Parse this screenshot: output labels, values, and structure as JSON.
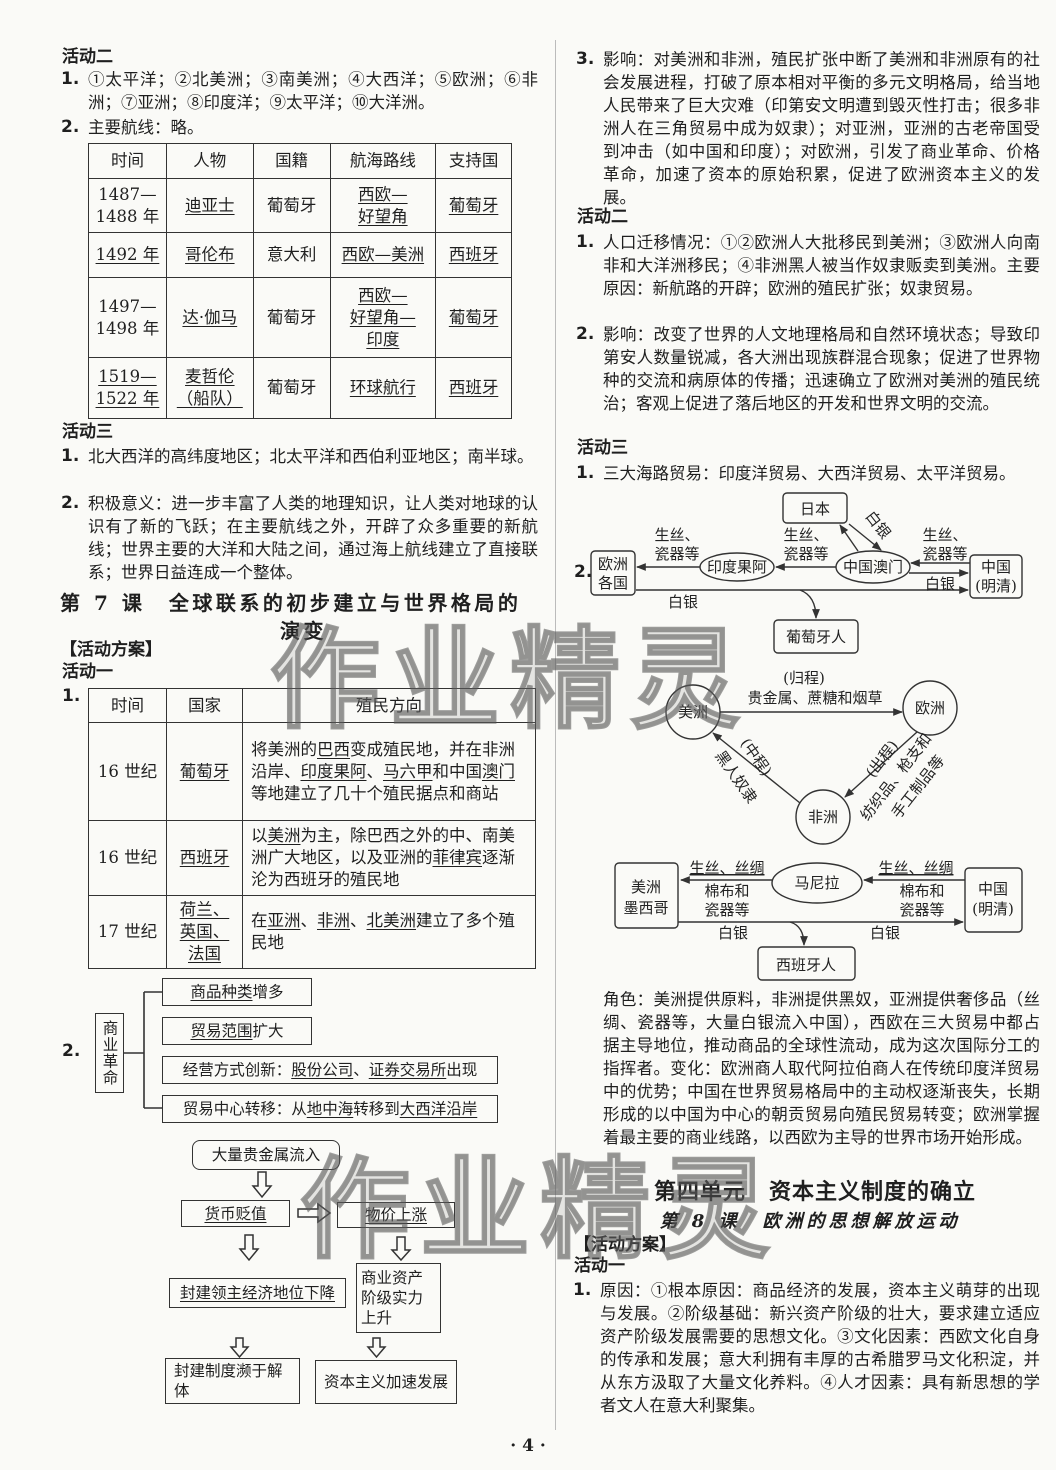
{
  "left": {
    "a2_heading": "活动二",
    "a2_items": [
      {
        "num": "1.",
        "text": "①太平洋；②北美洲；③南美洲；④大西洋；⑤欧洲；⑥非洲；⑦亚洲；⑧印度洋；⑨太平洋；⑩大洋洲。"
      },
      {
        "num": "2.",
        "text": "主要航线：略。"
      }
    ],
    "voyages_table": {
      "headers": [
        "时间",
        "人物",
        "国籍",
        "航海路线",
        "支持国"
      ],
      "rows": [
        [
          "1487—\n1488 年",
          "迪亚士",
          "葡萄牙",
          "西欧—\n好望角",
          "葡萄牙"
        ],
        [
          "1492 年",
          "哥伦布",
          "意大利",
          "西欧—美洲",
          "西班牙"
        ],
        [
          "1497—\n1498 年",
          "达·伽马",
          "葡萄牙",
          "西欧—\n好望角—\n印度",
          "葡萄牙"
        ],
        [
          "1519—\n1522 年",
          "麦哲伦\n（船队）",
          "葡萄牙",
          "环球航行",
          "西班牙"
        ]
      ]
    },
    "a3_heading": "活动三",
    "a3_items": [
      {
        "num": "1.",
        "text": "北大西洋的高纬度地区；北太平洋和西伯利亚地区；南半球。"
      },
      {
        "num": "2.",
        "text": "积极意义：进一步丰富了人类的地理知识，让人类对地球的认识有了新的飞跃；在主要航线之外，开辟了众多重要的新航线；世界主要的大洋和大陆之间，通过海上航线建立了直接联系；世界日益连成一个整体。"
      }
    ],
    "lesson7_title_line1": "第 7 课　全球联系的初步建立与世界格局的",
    "lesson7_title_line2": "演变",
    "plan_heading": "【活动方案】",
    "a1_heading": "活动一",
    "a1_num1": "1.",
    "colony_table": {
      "headers": [
        "时间",
        "国家",
        "殖民方向"
      ],
      "rows": [
        {
          "time": "16 世纪",
          "country": "葡萄牙",
          "direction": [
            "将美洲的",
            "巴西",
            "变成殖民地，并在非洲沿岸、",
            "印度果阿",
            "、",
            "马六甲",
            "和中国",
            "澳门",
            "等地建立了几十个殖民据点和商站"
          ]
        },
        {
          "time": "16 世纪",
          "country": "西班牙",
          "direction": [
            "以",
            "美洲",
            "为主，除巴西之外的中、南美洲广大地区，以及亚洲的",
            "菲律宾",
            "逐渐沦为西班牙的殖民地"
          ]
        },
        {
          "time": "17 世纪",
          "country": "荷兰、\n英国、\n法国",
          "direction": [
            "在",
            "亚洲",
            "、",
            "非洲",
            "、",
            "北美洲",
            "建立了多个殖民地"
          ]
        }
      ]
    },
    "a1_num2": "2.",
    "commerce": {
      "root": "商业革命",
      "branches": [
        [
          "商品种类",
          "增多"
        ],
        [
          "贸易范围",
          "扩大"
        ],
        [
          "经营方式创新：",
          "股份公司",
          "、",
          "证券交易所",
          "出现"
        ],
        [
          "贸易中心转移：从",
          "地中海",
          "转移到",
          "大西洋沿岸"
        ]
      ]
    },
    "price_flow": {
      "inflow": "大量贵金属流入",
      "devalue": "货币贬值",
      "price_rise": "物价上涨",
      "feudal_decline": "封建领主经济地位下降",
      "bourgeois_rise": "商业资产阶级实力上升",
      "feudal_collapse": "封建制度濒于解体",
      "capitalism": "资本主义加速发展"
    }
  },
  "right": {
    "item3": {
      "num": "3.",
      "text": "影响：对美洲和非洲，殖民扩张中断了美洲和非洲原有的社会发展进程，打破了原本相对平衡的多元文明格局，给当地人民带来了巨大灾难（印第安文明遭到毁灭性打击；很多非洲人在三角贸易中成为奴隶）；对亚洲，亚洲的古老帝国受到冲击（如中国和印度）；对欧洲，引发了商业革命、价格革命，加速了资本的原始积累，促进了欧洲资本主义的发展。"
    },
    "a2_heading": "活动二",
    "a2_items": [
      {
        "num": "1.",
        "text": "人口迁移情况：①②欧洲人大批移民到美洲；③欧洲人向南非和大洋洲移民；④非洲黑人被当作奴隶贩卖到美洲。主要原因：新航路的开辟；欧洲的殖民扩张；奴隶贸易。"
      },
      {
        "num": "2.",
        "text": "影响：改变了世界的人文地理格局和自然环境状态；导致印第安人数量锐减，各大洲出现族群混合现象；促进了世界物种的交流和病原体的传播；迅速确立了欧洲对美洲的殖民统治；客观上促进了落后地区的开发和世界文明的交流。"
      }
    ],
    "a3_heading": "活动三",
    "a3_item1": {
      "num": "1.",
      "text": "三大海路贸易：印度洋贸易、大西洋贸易、太平洋贸易。"
    },
    "a3_num2": "2.",
    "indian_ocean": {
      "japan": "日本",
      "europe": [
        "欧洲",
        "各国"
      ],
      "goa": "印度果阿",
      "macau": "中国澳门",
      "china": [
        "中国",
        "(明清)"
      ],
      "portuguese": "葡萄牙人",
      "goods_left": [
        "生丝、",
        "瓷器等"
      ],
      "goods_mid": [
        "生丝、",
        "瓷器等"
      ],
      "goods_right": [
        "生丝、",
        "瓷器等"
      ],
      "silver_japan": "白银",
      "silver_china": "白银",
      "silver_europe": "白银"
    },
    "atlantic": {
      "americas": "美洲",
      "europe": "欧洲",
      "africa": "非洲",
      "return_leg": "(归程)",
      "return_goods": "贵金属、蔗糖和烟草",
      "middle_leg": "(中程)",
      "middle_goods": "黑人奴隶",
      "outward_leg": "(出程)",
      "outward_goods": [
        "纺织品、枪支和",
        "手工制品等"
      ]
    },
    "pacific": {
      "americas": [
        "美洲",
        "墨西哥"
      ],
      "manila": "马尼拉",
      "china": [
        "中国",
        "(明清)"
      ],
      "spanish": "西班牙人",
      "goods_left": [
        "生丝、丝绸",
        "棉布和",
        "瓷器等"
      ],
      "goods_right": [
        "生丝、丝绸",
        "棉布和",
        "瓷器等"
      ],
      "silver_left": "白银",
      "silver_right": "白银"
    },
    "role_text": "角色：美洲提供原料，非洲提供黑奴，亚洲提供奢侈品（丝绸、瓷器等，大量白银流入中国），西欧在三大贸易中都占据主导地位，推动商品的全球性流动，成为这次国际分工的指挥者。变化：欧洲商人取代阿拉伯商人在传统印度洋贸易中的优势；中国在世界贸易格局中的主动权逐渐丧失，长期形成的以中国为中心的朝贡贸易向殖民贸易转变；欧洲掌握着最主要的商业线路，以西欧为主导的世界市场开始形成。",
    "unit4_title": "第四单元　资本主义制度的确立",
    "lesson8_title": "第 8 课　欧洲的思想解放运动",
    "plan_heading": "【活动方案】",
    "a1_heading": "活动一",
    "a1_item1": {
      "num": "1.",
      "text": "原因：①根本原因：商品经济的发展，资本主义萌芽的出现与发展。②阶级基础：新兴资产阶级的壮大，要求建立适应资产阶级发展需要的思想文化。③文化因素：西欧文化自身的传承和发展；意大利拥有丰厚的古希腊罗马文化积淀，并从东方汲取了大量文化养料。④人才因素：具有新思想的学者文人在意大利聚集。"
    }
  },
  "page_number": "· 4 ·",
  "watermark": [
    "作业精灵",
    "作业精灵"
  ]
}
